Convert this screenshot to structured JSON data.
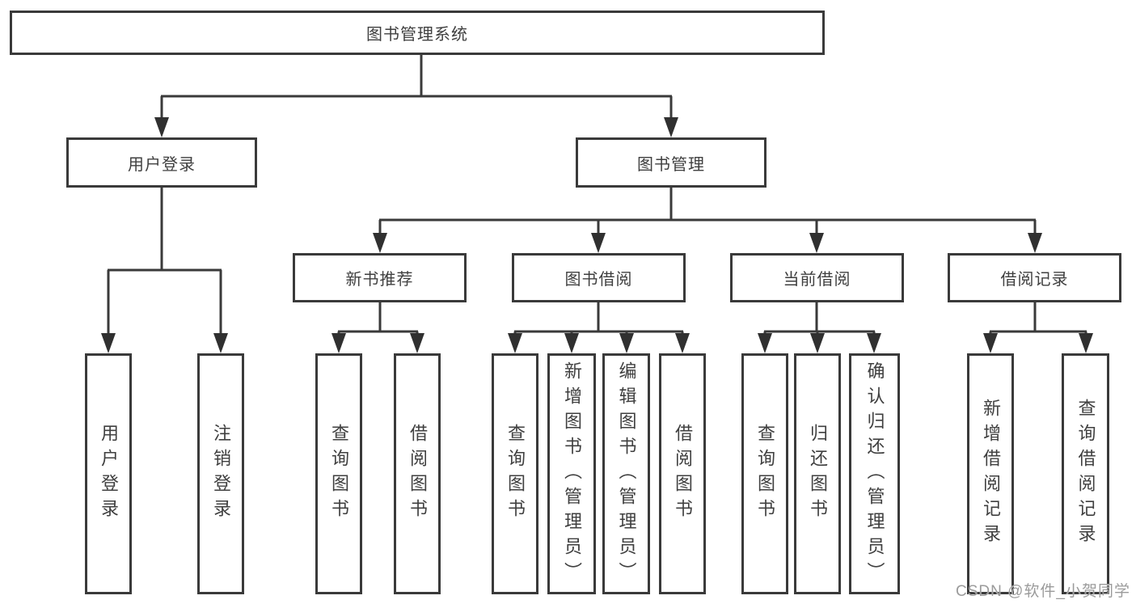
{
  "nodes": {
    "root": "图书管理系统",
    "level2": [
      "用户登录",
      "图书管理"
    ],
    "level3": [
      "新书推荐",
      "图书借阅",
      "当前借阅",
      "借阅记录"
    ],
    "leaves": [
      "用户登录",
      "注销登录",
      "查询图书",
      "借阅图书",
      "查询图书",
      "新增图书（管理员）",
      "编辑图书（管理员）",
      "借阅图书",
      "查询图书",
      "归还图书",
      "确认归还（管理员）",
      "新增借阅记录",
      "查询借阅记录"
    ]
  },
  "watermark": {
    "text": "CSDN @软件_小贺同学"
  },
  "colors": {
    "line": "#3a3a3a",
    "text": "#3f3f3f",
    "watermark": "#9b9b9b",
    "background": "#ffffff"
  }
}
